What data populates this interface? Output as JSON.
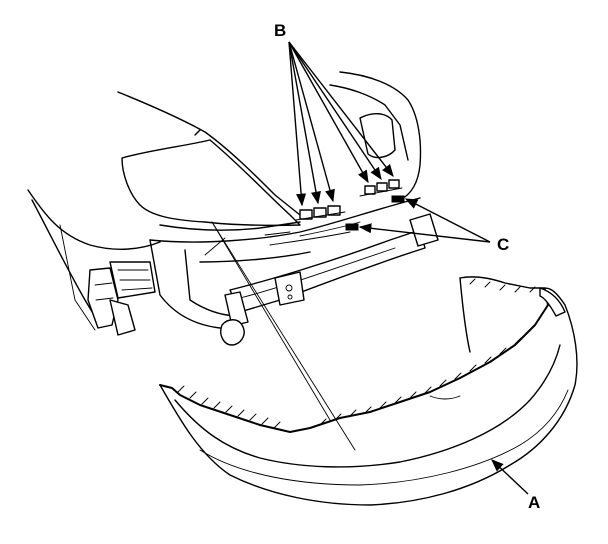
{
  "callouts": {
    "A": "A",
    "B": "B",
    "C": "C"
  },
  "colors": {
    "ink": "#000000",
    "paper": "#ffffff"
  }
}
